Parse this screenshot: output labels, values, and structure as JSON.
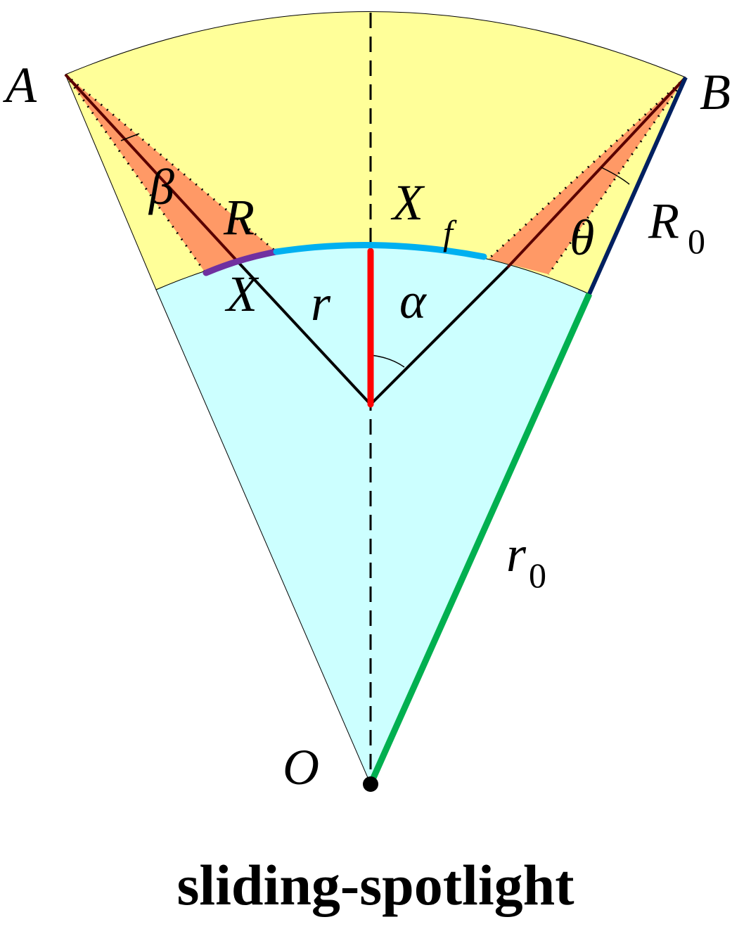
{
  "labels": {
    "A": "A",
    "B": "B",
    "O": "O",
    "beta": "β",
    "R": "R",
    "X": "X",
    "r": "r",
    "X_f": "X",
    "X_f_sub": "f",
    "alpha": "α",
    "theta": "θ",
    "R_0": "R",
    "R_0_sub": "0",
    "r_0": "r",
    "r_0_sub": "0"
  },
  "caption": "sliding-spotlight",
  "colors": {
    "outer_band": "#ffff99",
    "inner_sector": "#ccffff",
    "beam": "#ff9966",
    "center_radius": "#ff0000",
    "arc_fixed": "#00b0f0",
    "arc_x": "#7030a0",
    "slant_r0": "#00b050",
    "slant_R0": "#002060",
    "ray": "#5a0000",
    "line": "#000000"
  }
}
